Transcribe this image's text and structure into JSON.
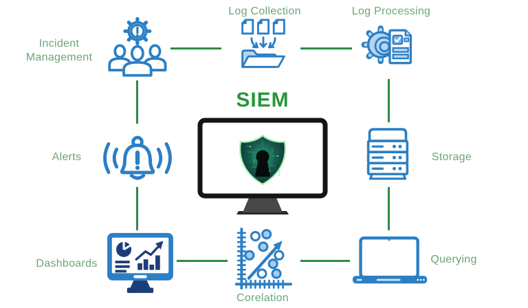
{
  "title": "SIEM",
  "nodes": [
    {
      "id": "incident-management",
      "label": "Incident Management",
      "icon": "team-alert-gear-icon"
    },
    {
      "id": "log-collection",
      "label": "Log Collection",
      "icon": "documents-into-folder-icon"
    },
    {
      "id": "log-processing",
      "label": "Log Processing",
      "icon": "gear-document-checklist-icon"
    },
    {
      "id": "alerts",
      "label": "Alerts",
      "icon": "ringing-bell-icon"
    },
    {
      "id": "storage",
      "label": "Storage",
      "icon": "server-stack-icon"
    },
    {
      "id": "dashboards",
      "label": "Dashboards",
      "icon": "charts-monitor-icon"
    },
    {
      "id": "correlation",
      "label": "Corelation",
      "icon": "scatter-plot-arrow-icon"
    },
    {
      "id": "querying",
      "label": "Querying",
      "icon": "laptop-icon"
    }
  ],
  "center": {
    "icon": "shield-keyhole-monitor-icon"
  },
  "connections": [
    {
      "from": "incident-management",
      "to": "log-collection"
    },
    {
      "from": "log-collection",
      "to": "log-processing"
    },
    {
      "from": "incident-management",
      "to": "alerts"
    },
    {
      "from": "alerts",
      "to": "dashboards"
    },
    {
      "from": "log-processing",
      "to": "storage"
    },
    {
      "from": "storage",
      "to": "querying"
    },
    {
      "from": "dashboards",
      "to": "correlation"
    },
    {
      "from": "correlation",
      "to": "querying"
    }
  ],
  "colors": {
    "icon_blue": "#2b7fc5",
    "icon_light_blue": "#b8d4f2",
    "line_green": "#2e8b44",
    "label_green": "#69a678",
    "title_green": "#27963c",
    "navy": "#1c3e78",
    "shield_teal": "#2f9b80",
    "shield_dark": "#0b2f29",
    "shield_rim": "#a9f0b6"
  }
}
